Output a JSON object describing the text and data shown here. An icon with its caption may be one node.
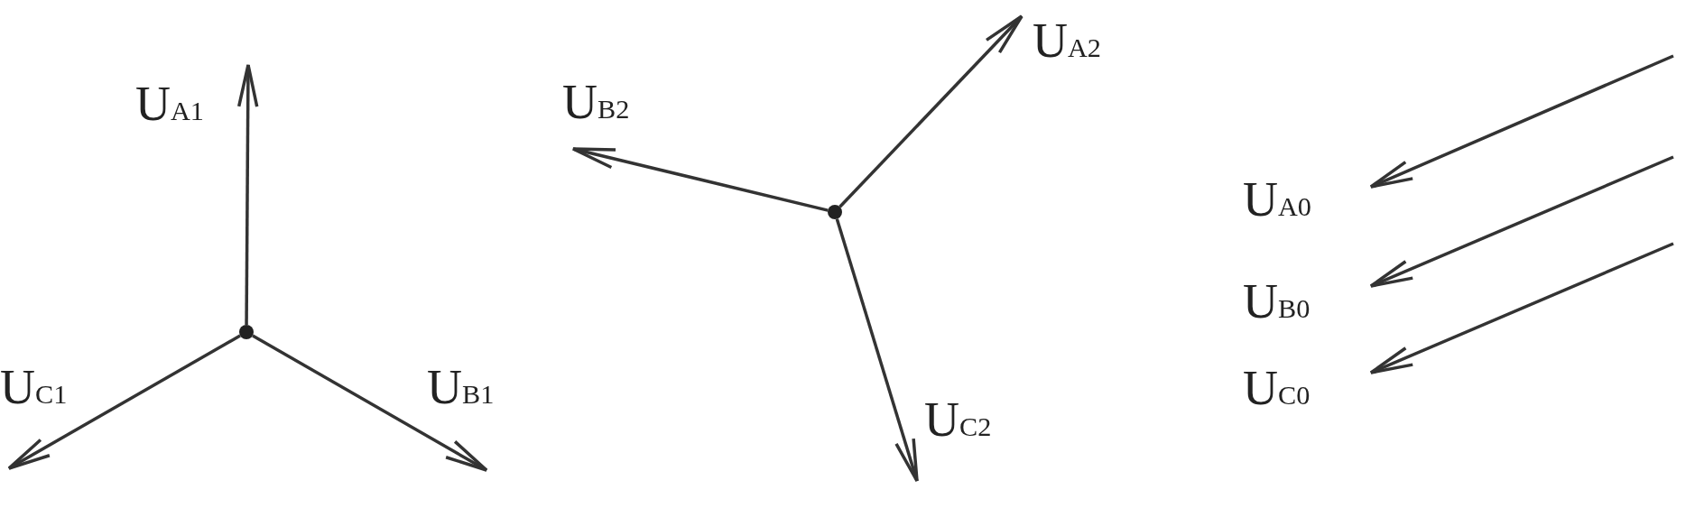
{
  "diagram": {
    "nodes": [
      {
        "text": [
          "U$_{A1}$"
        ]
      },
      {
        "text": [],
        "shape": "circle"
      },
      {
        "text": [
          "U$_{C1}$"
        ]
      },
      {
        "text": [
          "U$_{B1}$"
        ]
      },
      {
        "text": [
          "U$_{B2}$"
        ]
      },
      {
        "text": [
          "U$_{A2}$"
        ]
      },
      {
        "text": [],
        "shape": "circle"
      },
      {
        "text": [
          "U$_{C2}$"
        ]
      },
      {
        "text": [
          "U$_{A0}$"
        ]
      },
      {
        "text": [
          "U$_{B0}$"
        ]
      },
      {
        "text": [
          "U$_{C0}$"
        ]
      }
    ],
    "edges": [
      {
        "from": 1,
        "to": 0,
        "arrow": "to"
      },
      {
        "from": 1,
        "to": 2,
        "arrow": "to"
      },
      {
        "from": 1,
        "to": 3,
        "arrow": "to"
      },
      {
        "from": 6,
        "to": 5,
        "arrow": "to"
      },
      {
        "from": 6,
        "to": 4,
        "arrow": "to"
      },
      {
        "from": 6,
        "to": 7,
        "arrow": "to"
      },
      {
        "from": null,
        "to": 8,
        "arrow": "to"
      },
      {
        "from": null,
        "to": 9,
        "arrow": "to"
      },
      {
        "from": null,
        "to": 10,
        "arrow": "to"
      }
    ]
  }
}
